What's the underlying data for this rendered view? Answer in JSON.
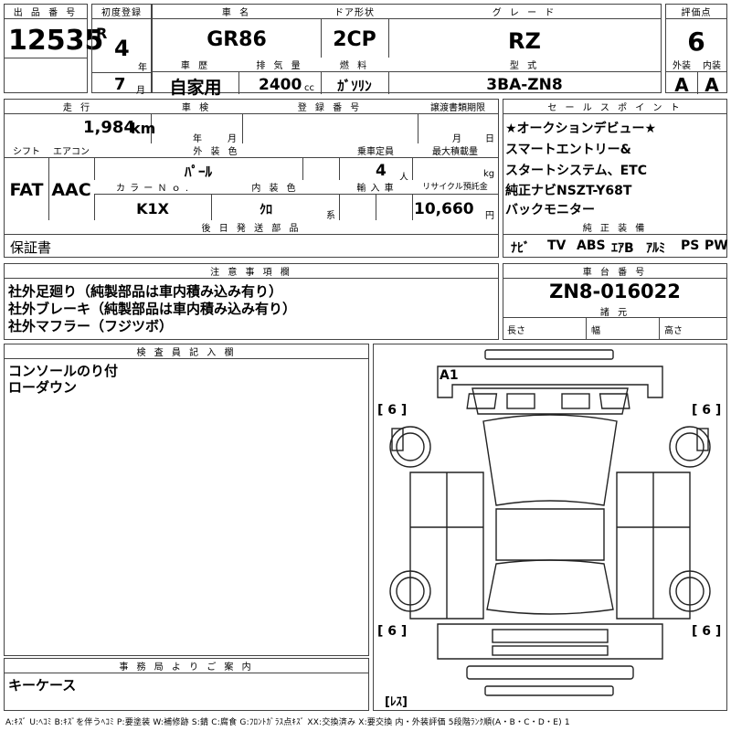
{
  "lot": {
    "label": "出 品 番 号",
    "value": "12535"
  },
  "first_reg": {
    "label": "初度登録",
    "era": "R",
    "year": "4",
    "year_unit": "年",
    "month": "7",
    "month_unit": "月"
  },
  "car_name": {
    "label": "車 名",
    "value": "GR86"
  },
  "door": {
    "label": "ドア形状",
    "value": "2CP"
  },
  "grade": {
    "label": "グ レ ー ド",
    "value": "RZ"
  },
  "score": {
    "label": "評価点",
    "value": "6",
    "ext_label": "外装",
    "int_label": "内装",
    "ext_value": "A",
    "int_value": "A"
  },
  "history": {
    "label": "車 歴",
    "value": "自家用"
  },
  "displacement": {
    "label": "排 気 量",
    "value": "2400",
    "unit": "cc"
  },
  "fuel": {
    "label": "燃 料",
    "value": "ｶﾞｿﾘﾝ"
  },
  "model_code": {
    "label": "型 式",
    "value": "3BA-ZN8"
  },
  "mileage": {
    "label": "走 行",
    "value": "1,984",
    "unit": "km"
  },
  "inspection": {
    "label": "車 検",
    "year_unit": "年",
    "month_unit": "月"
  },
  "plate": {
    "label": "登 録 番 号"
  },
  "transfer": {
    "label": "譲渡書類期限",
    "month_unit": "月",
    "day_unit": "日"
  },
  "shift": {
    "label": "シフト",
    "value": "FAT"
  },
  "aircon": {
    "label": "エアコン",
    "value": "AAC"
  },
  "ext_color": {
    "label": "外 装 色",
    "value": "ﾊﾟｰﾙ"
  },
  "capacity": {
    "label": "乗車定員",
    "value": "4",
    "unit": "人"
  },
  "max_load": {
    "label": "最大積載量",
    "unit": "kg"
  },
  "color_no": {
    "label": "カ ラ ー Ｎ ｏ .",
    "value": "K1X"
  },
  "int_color": {
    "label": "内 装 色",
    "value": "ｸﾛ",
    "unit": "系"
  },
  "import": {
    "label": "輸 入 車"
  },
  "recycle": {
    "label": "リサイクル預託金",
    "value": "10,660",
    "unit": "円"
  },
  "later_parts": {
    "label": "後 日 発 送 部 品",
    "value": "保証書"
  },
  "sales_points": {
    "label": "セ ー ル ス ポ イ ン ト",
    "lines": [
      "★オークションデビュー★",
      "スマートエントリー&",
      "スタートシステム、ETC",
      "純正ナビNSZT-Y68T",
      "バックモニター"
    ]
  },
  "equipment": {
    "label": "純 正 装 備",
    "items": [
      "ﾅﾋﾞ",
      "TV",
      "ABS",
      "ｴｱB",
      "ｱﾙﾐ",
      "PS",
      "PW"
    ]
  },
  "notes": {
    "label": "注 意 事 項 欄",
    "lines": [
      "社外足廻り（純製部品は車内積み込み有り）",
      "社外ブレーキ（純製部品は車内積み込み有り）",
      "社外マフラー（フジツボ）"
    ]
  },
  "chassis": {
    "label": "車 台 番 号",
    "value": "ZN8-016022"
  },
  "dimensions": {
    "label": "諸 元",
    "length": "長さ",
    "width": "幅",
    "height": "高さ"
  },
  "inspector": {
    "label": "検 査 員 記 入 欄",
    "lines": [
      "コンソールのり付",
      "ローダウン"
    ]
  },
  "office": {
    "label": "事 務 局 よ り ご 案 内",
    "value": "キーケース"
  },
  "diagram": {
    "mark_a1": "A1",
    "tire_marks": [
      "[ 6 ]",
      "[ 6 ]",
      "[ 6 ]",
      "[ 6 ]"
    ],
    "spare": "[ﾚｽ]"
  },
  "legend": "A:ｷｽﾞ U:ﾍｺﾐ B:ｷｽﾞを伴うﾍｺﾐ P:要塗装 W:補修跡 S:錆 C:腐食 G:ﾌﾛﾝﾄｶﾞﾗｽ点ｷｽﾞ XX:交換済み X:要交換 内・外装評価 5段階ﾗﾝｸ順(A・B・C・D・E) 1"
}
